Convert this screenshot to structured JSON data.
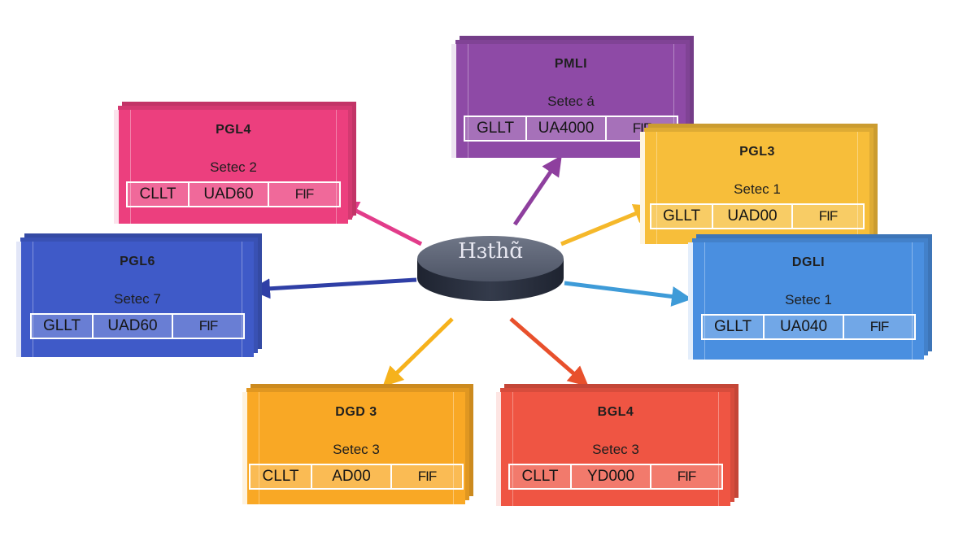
{
  "hub": {
    "label": "Hɜthɑ̃"
  },
  "nodes": [
    {
      "key": "pmli",
      "title": "PMLI",
      "subtitle": "Setec á",
      "cells": [
        "GLLT",
        "UA4000",
        "FIF"
      ],
      "color": "#8e4aa6"
    },
    {
      "key": "pgl4",
      "title": "PGL4",
      "subtitle": "Setec 2",
      "cells": [
        "CLLT",
        "UAD60",
        "FIF"
      ],
      "color": "#ec3f7e"
    },
    {
      "key": "pgl3",
      "title": "PGL3",
      "subtitle": "Setec 1",
      "cells": [
        "GLLT",
        "UAD00",
        "FIF"
      ],
      "color": "#f7be3a"
    },
    {
      "key": "pgl6",
      "title": "PGL6",
      "subtitle": "Setec 7",
      "cells": [
        "GLLT",
        "UAD60",
        "FIF"
      ],
      "color": "#3f5ac8"
    },
    {
      "key": "dgli",
      "title": "DGLI",
      "subtitle": "Setec 1",
      "cells": [
        "GLLT",
        "UA040",
        "FIF"
      ],
      "color": "#4a8fe0"
    },
    {
      "key": "dgd3",
      "title": "DGD 3",
      "subtitle": "Setec 3",
      "cells": [
        "CLLT",
        "AD00",
        "FIF"
      ],
      "color": "#f9a825"
    },
    {
      "key": "bgl4",
      "title": "BGL4",
      "subtitle": "Setec 3",
      "cells": [
        "CLLT",
        "YD000",
        "FIF"
      ],
      "color": "#ef5543"
    }
  ],
  "arrows": [
    {
      "to": "pmli",
      "color": "#8e3f9e"
    },
    {
      "to": "pgl4",
      "color": "#e23c8a"
    },
    {
      "to": "pgl3",
      "color": "#f5b82a"
    },
    {
      "to": "pgl6",
      "color": "#2f3fa6"
    },
    {
      "to": "dgli",
      "color": "#3e9bd8"
    },
    {
      "to": "dgd3",
      "color": "#f6b21c"
    },
    {
      "to": "bgl4",
      "color": "#e8502c"
    }
  ]
}
